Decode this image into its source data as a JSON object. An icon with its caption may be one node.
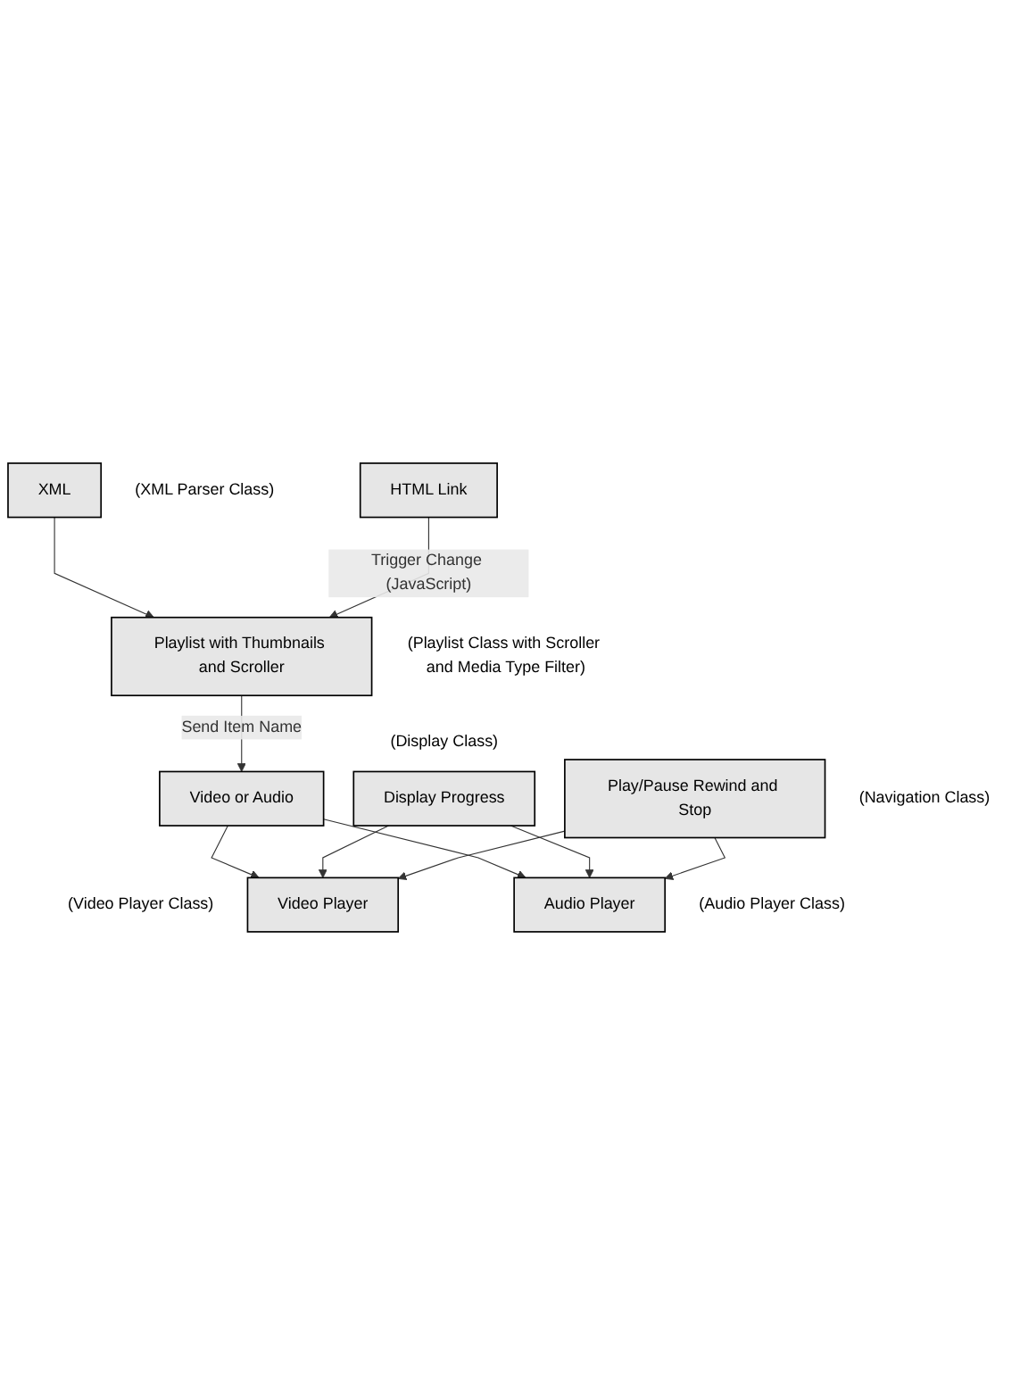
{
  "diagram": {
    "nodes": [
      {
        "text": [
          "XML"
        ],
        "beside": [
          "(XML Parser Class)"
        ]
      },
      {
        "text": [
          "HTML Link"
        ]
      },
      {
        "text": [
          "Playlist with Thumbnails and Scroller"
        ],
        "beside": [
          "(Playlist Class with Scroller and Media Type Filter)"
        ]
      },
      {
        "text": [
          "Video or Audio"
        ]
      },
      {
        "text": [
          "Video Player"
        ],
        "beside": [
          "(Video Player Class)"
        ]
      },
      {
        "text": [
          "Audio Player"
        ],
        "beside": [
          "(Audio Player Class)"
        ]
      },
      {
        "text": [
          "Display Progress"
        ],
        "beside": [
          "(Display Class)"
        ]
      },
      {
        "text": [
          "Play/Pause Rewind and Stop"
        ],
        "beside": [
          "(Navigation Class)"
        ]
      }
    ],
    "edges": [
      {
        "from": 0,
        "to": 2,
        "arrow": "to"
      },
      {
        "from": 1,
        "to": 2,
        "arrow": "to",
        "label": "Trigger Change (JavaScript)"
      },
      {
        "from": 2,
        "to": 3,
        "arrow": "to",
        "label": "Send Item Name"
      },
      {
        "from": 3,
        "to": 4,
        "arrow": "to"
      },
      {
        "from": 3,
        "to": 5,
        "arrow": "to"
      },
      {
        "from": 6,
        "to": 4,
        "arrow": "to"
      },
      {
        "from": 6,
        "to": 5,
        "arrow": "to"
      },
      {
        "from": 7,
        "to": 4,
        "arrow": "to"
      },
      {
        "from": 7,
        "to": 5,
        "arrow": "to"
      }
    ]
  }
}
